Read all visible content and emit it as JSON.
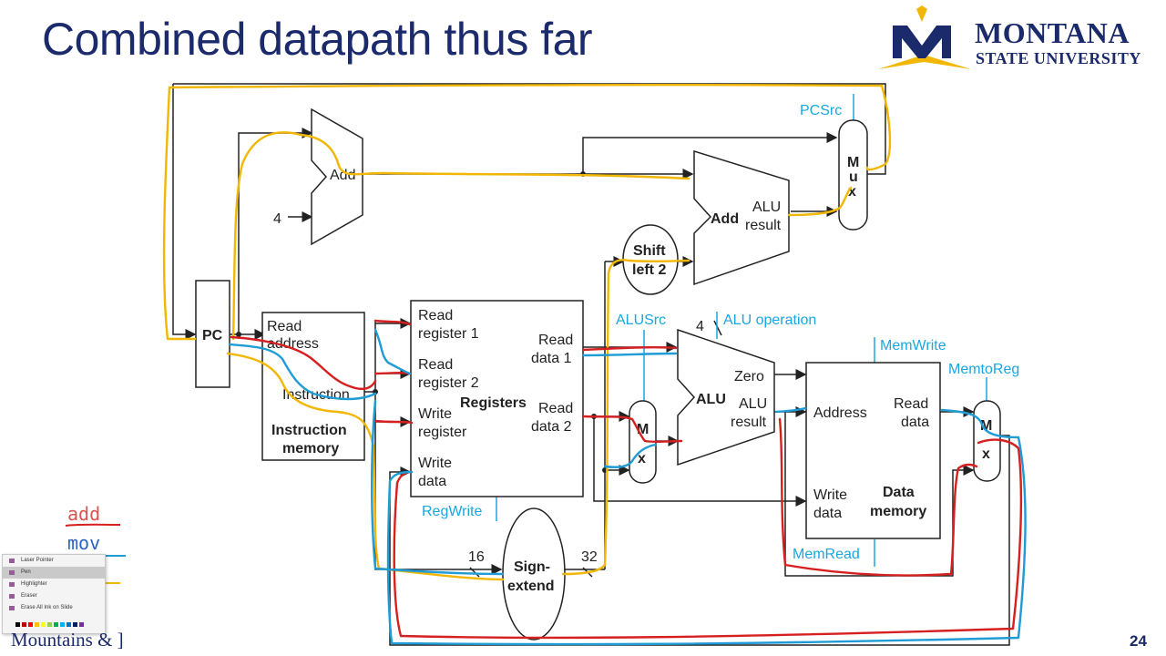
{
  "slide": {
    "title": "Combined datapath thus far",
    "page_number": "24",
    "footer_text": "Mountains & ]"
  },
  "logo": {
    "line1": "MONTANA",
    "line2": "STATE UNIVERSITY",
    "colors": {
      "navy": "#1b2a6b",
      "gold": "#f2b705"
    }
  },
  "diagram": {
    "pc": "PC",
    "add_top": "Add",
    "const_four": "4",
    "instr_mem": {
      "read": "Read",
      "address": "address",
      "instruction": "Instruction",
      "title1": "Instruction",
      "title2": "memory"
    },
    "registers": {
      "rr1a": "Read",
      "rr1b": "register 1",
      "rr2a": "Read",
      "rr2b": "register 2",
      "wra": "Write",
      "wrb": "register",
      "wda": "Write",
      "wdb": "data",
      "title": "Registers",
      "rd1a": "Read",
      "rd1b": "data 1",
      "rd2a": "Read",
      "rd2b": "data 2"
    },
    "shift": {
      "l1": "Shift",
      "l2": "left 2"
    },
    "add_alu": {
      "add": "Add",
      "alu": "ALU",
      "result": "result"
    },
    "pcsrc": "PCSrc",
    "mux_m": "M",
    "mux_u": "u",
    "mux_x": "x",
    "alusrc": "ALUSrc",
    "alu_op_num": "4",
    "alu_operation": "ALU operation",
    "alu": {
      "zero": "Zero",
      "title": "ALU",
      "alu": "ALU",
      "result": "result"
    },
    "memwrite": "MemWrite",
    "memtoreg": "MemtoReg",
    "data_mem": {
      "address": "Address",
      "read1": "Read",
      "read2": "data",
      "write1": "Write",
      "write2": "data",
      "title1": "Data",
      "title2": "memory"
    },
    "memread": "MemRead",
    "regwrite": "RegWrite",
    "sign_extend": {
      "l1": "Sign-",
      "l2": "extend"
    },
    "bits_16": "16",
    "bits_32": "32"
  },
  "legend": {
    "add": "add",
    "mov": "mov",
    "colors": {
      "add": "#d9534f",
      "mov": "#2a63c4",
      "yellow": "#f2b705"
    }
  },
  "pen_menu": {
    "items": [
      "Laser Pointer",
      "Pen",
      "Highlighter",
      "Eraser",
      "Erase All Ink on Slide"
    ],
    "selected": "Pen",
    "swatch_colors": [
      "#000000",
      "#c00000",
      "#ff0000",
      "#ffc000",
      "#ffff00",
      "#92d050",
      "#00b050",
      "#00b0f0",
      "#0070c0",
      "#002060",
      "#7030a0"
    ]
  },
  "ink_colors": {
    "red": "#d62020",
    "blue": "#1f9bd6",
    "yellow": "#f2b705",
    "line": "#222222",
    "control": "#1aa7e0"
  }
}
